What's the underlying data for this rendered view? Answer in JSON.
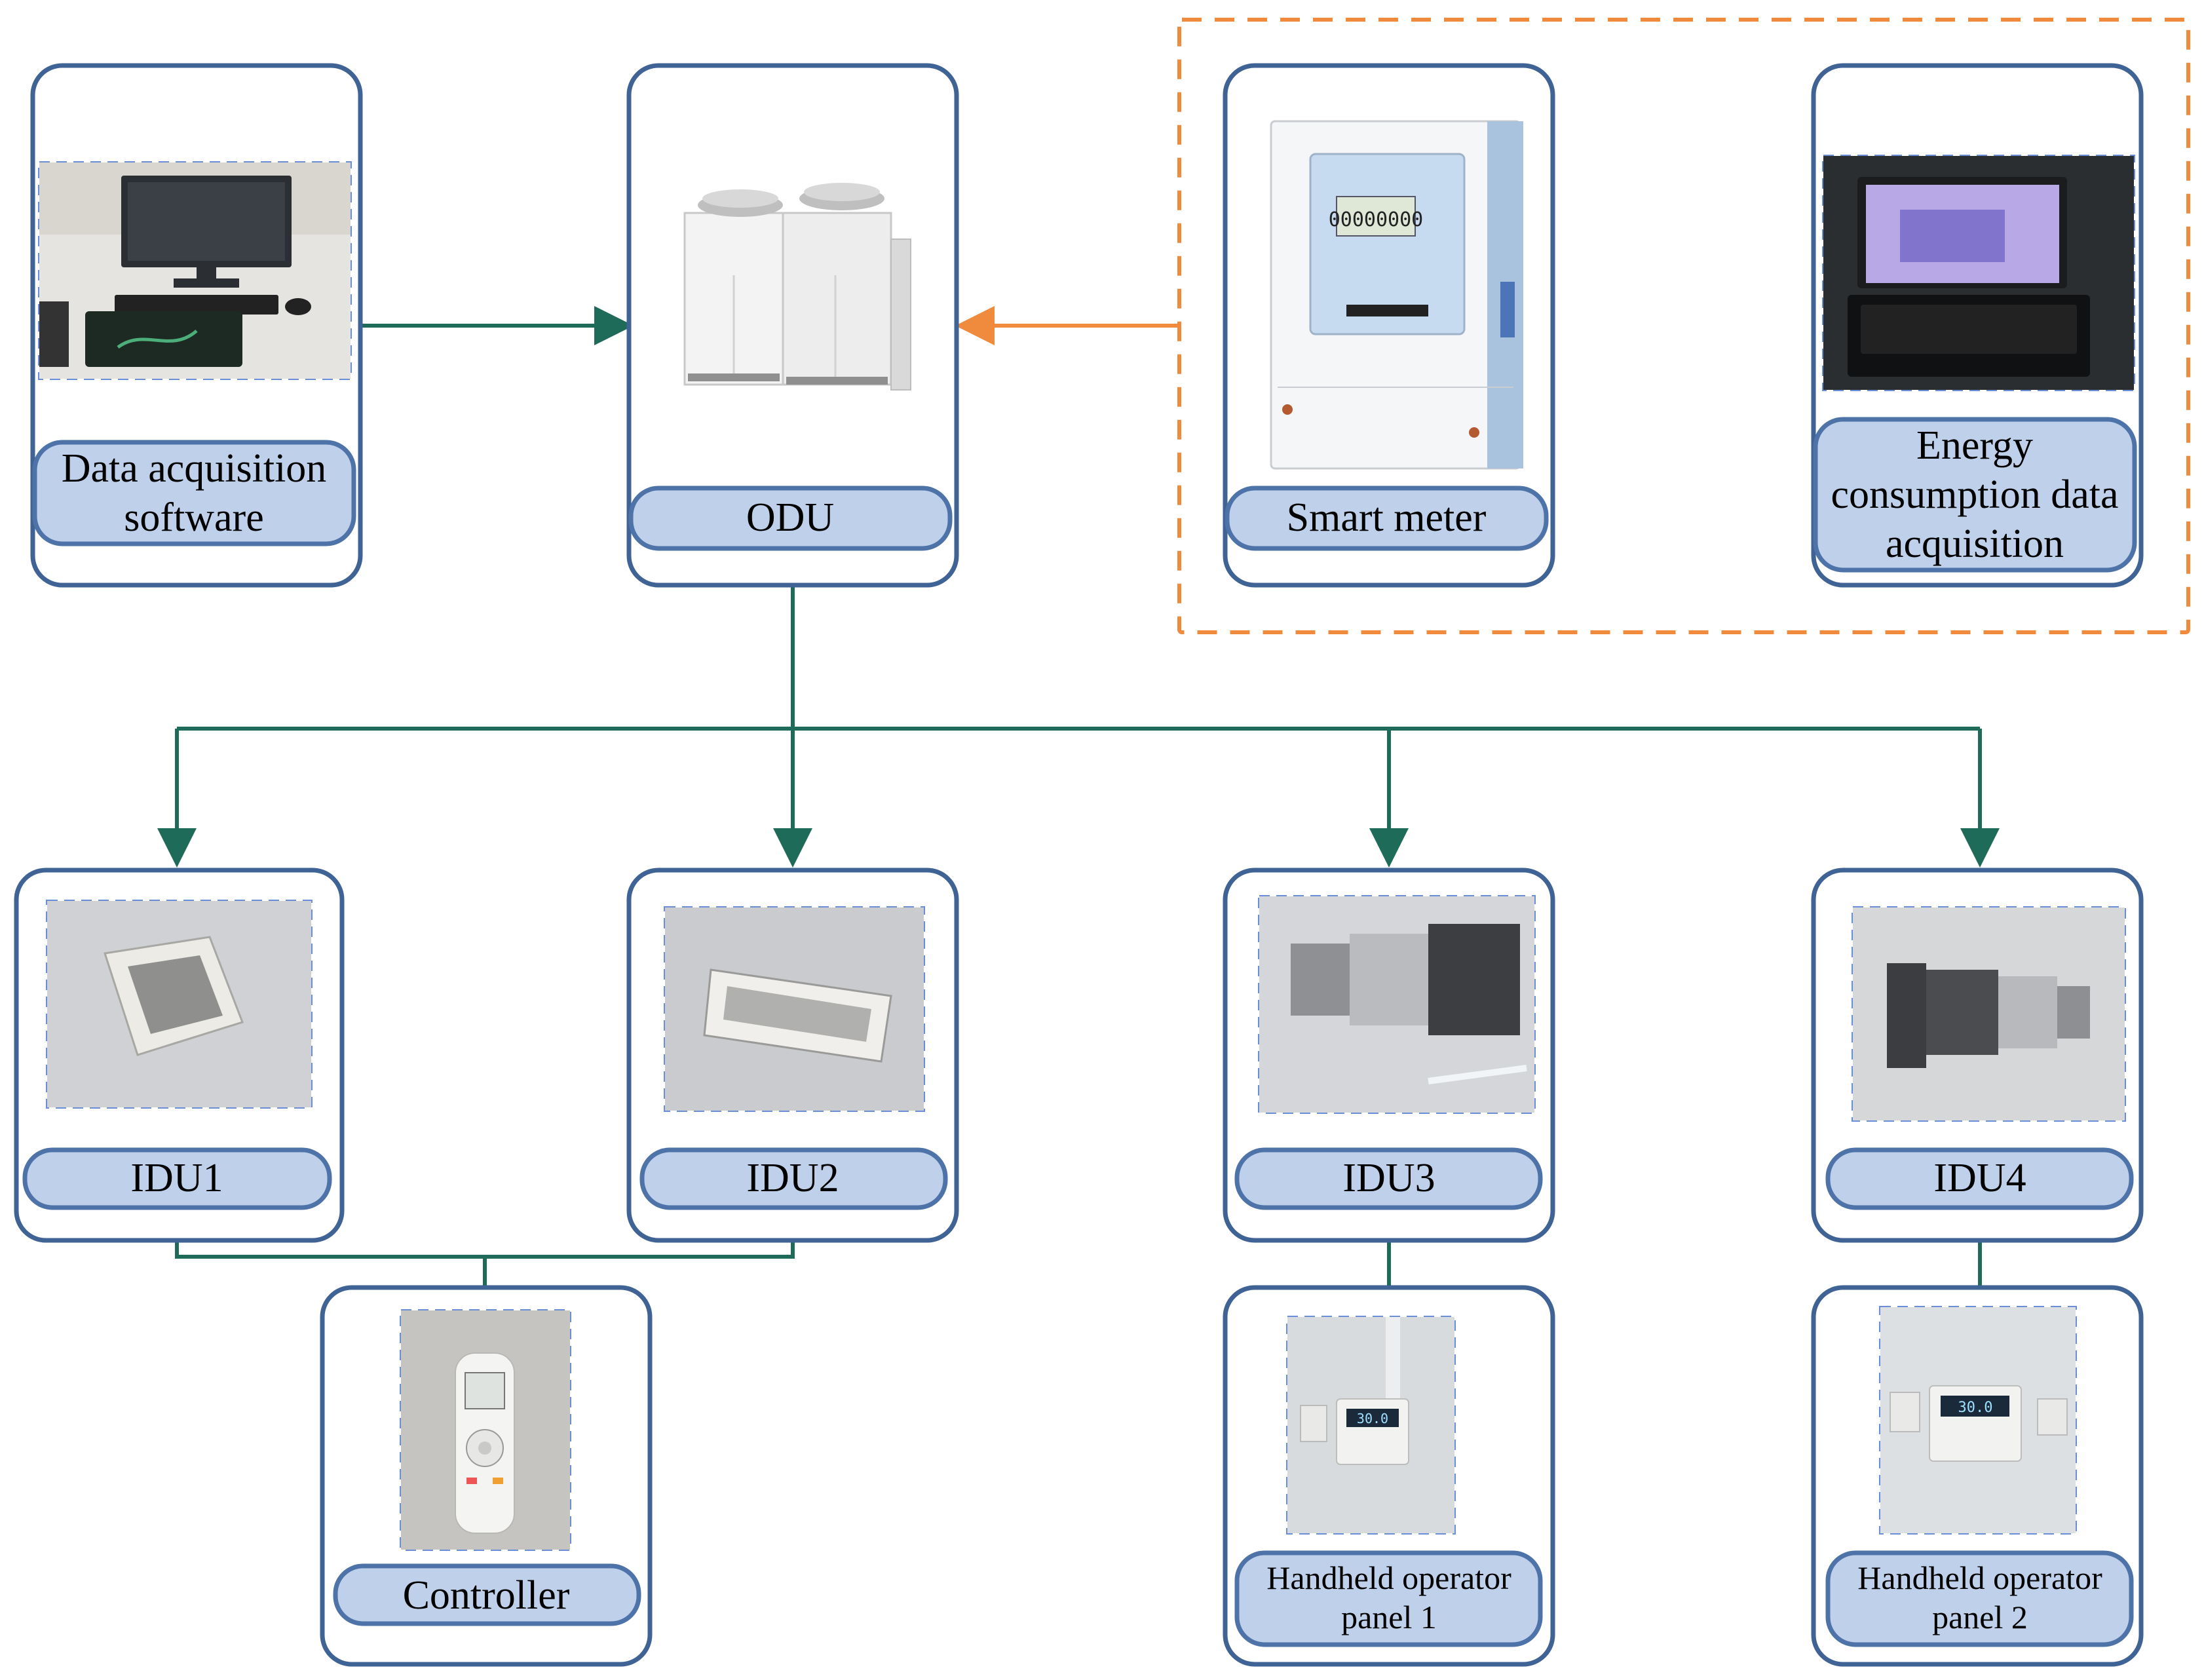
{
  "nodes": {
    "data_acq_software": {
      "label_line1": "Data acquisition",
      "label_line2": "software"
    },
    "odu": {
      "label": "ODU"
    },
    "smart_meter": {
      "label": "Smart meter"
    },
    "energy_acq": {
      "label_line1": "Energy",
      "label_line2": "consumption data",
      "label_line3": "acquisition"
    },
    "idu1": {
      "label": "IDU1"
    },
    "idu2": {
      "label": "IDU2"
    },
    "idu3": {
      "label": "IDU3"
    },
    "idu4": {
      "label": "IDU4"
    },
    "controller": {
      "label": "Controller"
    },
    "panel1": {
      "label_line1": "Handheld operator",
      "label_line2": "panel 1"
    },
    "panel2": {
      "label_line1": "Handheld operator",
      "label_line2": "panel 2"
    }
  },
  "colors": {
    "card_border": "#3f6394",
    "pill_fill": "#bed0ea",
    "connector_green": "#1f6b5a",
    "connector_orange": "#f08a3c"
  },
  "screens": {
    "meter_display": "00000000",
    "panel_display": "30.0"
  }
}
